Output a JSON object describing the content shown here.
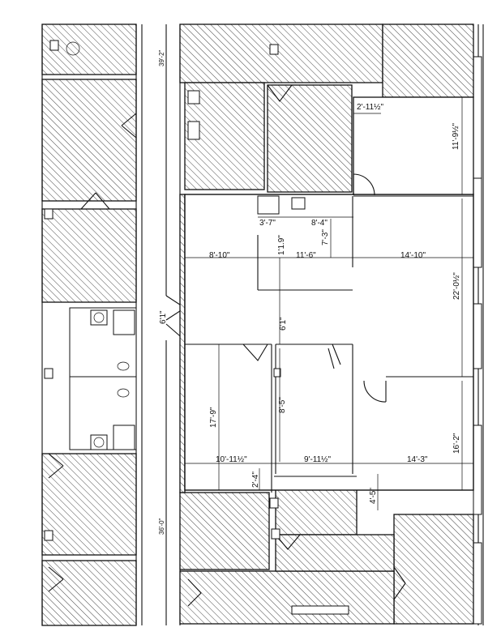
{
  "dimensions": [
    {
      "id": "d1",
      "text": "2'-11½\""
    },
    {
      "id": "d2",
      "text": "11'-9½\""
    },
    {
      "id": "d3",
      "text": "3'-7\""
    },
    {
      "id": "d4",
      "text": "8'-4\""
    },
    {
      "id": "d5",
      "text": "7'-3\""
    },
    {
      "id": "d6",
      "text": "1'1.9\""
    },
    {
      "id": "d7",
      "text": "8'-10\""
    },
    {
      "id": "d8",
      "text": "11'-6\""
    },
    {
      "id": "d9",
      "text": "14'-10\""
    },
    {
      "id": "d10",
      "text": "22'-0½\""
    },
    {
      "id": "d11",
      "text": "6'1\""
    },
    {
      "id": "d12",
      "text": "6'1\""
    },
    {
      "id": "d13",
      "text": "17'-9\""
    },
    {
      "id": "d14",
      "text": "8'-5\""
    },
    {
      "id": "d15",
      "text": "10'-11½\""
    },
    {
      "id": "d16",
      "text": "9'-11½\""
    },
    {
      "id": "d17",
      "text": "14'-3\""
    },
    {
      "id": "d18",
      "text": "16'-2\""
    },
    {
      "id": "d19",
      "text": "2'-4\""
    },
    {
      "id": "d20",
      "text": "4'-5\""
    },
    {
      "id": "d21",
      "text": "39'-2\""
    },
    {
      "id": "d22",
      "text": "36'-0\""
    }
  ]
}
